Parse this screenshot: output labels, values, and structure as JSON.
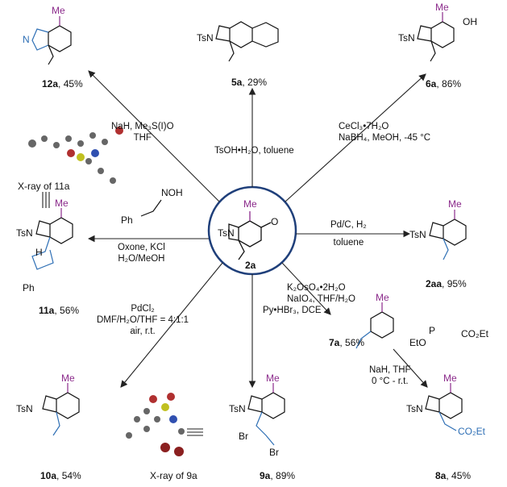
{
  "center": {
    "compound": "2a"
  },
  "products": {
    "p12a": {
      "id": "12a",
      "yield": ", 45%"
    },
    "p5a": {
      "id": "5a",
      "yield": ", 29%"
    },
    "p6a": {
      "id": "6a",
      "yield": ", 86%"
    },
    "p2aa": {
      "id": "2aa",
      "yield": ", 95%"
    },
    "p7a": {
      "id": "7a",
      "yield": ", 56%"
    },
    "p8a": {
      "id": "8a",
      "yield": ", 45%"
    },
    "p9a": {
      "id": "9a",
      "yield": ", 89%"
    },
    "p10a": {
      "id": "10a",
      "yield": ", 54%"
    },
    "p11a": {
      "id": "11a",
      "yield": ", 56%"
    }
  },
  "conditions": {
    "to12a": [
      "NaH, Me₃S(I)O",
      "THF"
    ],
    "to5a": [
      "TsOH•H₂O, toluene"
    ],
    "to6a": [
      "CeCl₃•7H₂O",
      "NaBH₄, MeOH, -45 °C"
    ],
    "to2aa": [
      "Pd/C, H₂",
      "toluene"
    ],
    "to7a": [
      "K₂OsO₄•2H₂O",
      "NaIO₄, THF/H₂O"
    ],
    "to8a": [
      "NaH, THF",
      "0 °C - r.t."
    ],
    "to9a": [
      "Py•HBr₃, DCE"
    ],
    "to10a": [
      "PdCl₂",
      "DMF/H₂O/THF = 4:1:1",
      "air, r.t."
    ],
    "to11a": [
      "Oxone, KCl",
      "H₂O/MeOH"
    ]
  },
  "xray": {
    "x11a": "X-ray of 11a",
    "x9a": "X-ray of 9a"
  },
  "atoms": {
    "me": "Me",
    "o": "O",
    "tsn": "TsN",
    "n": "N",
    "oh": "OH",
    "noh": "NOH",
    "ph": "Ph",
    "br": "Br",
    "h": "H",
    "co2et": "CO₂Et",
    "eto": "EtO",
    "p": "P"
  },
  "colors": {
    "methyl": "#8b2a8b",
    "highlight": "#2e6fb5",
    "circle": "#1f3f7a"
  }
}
